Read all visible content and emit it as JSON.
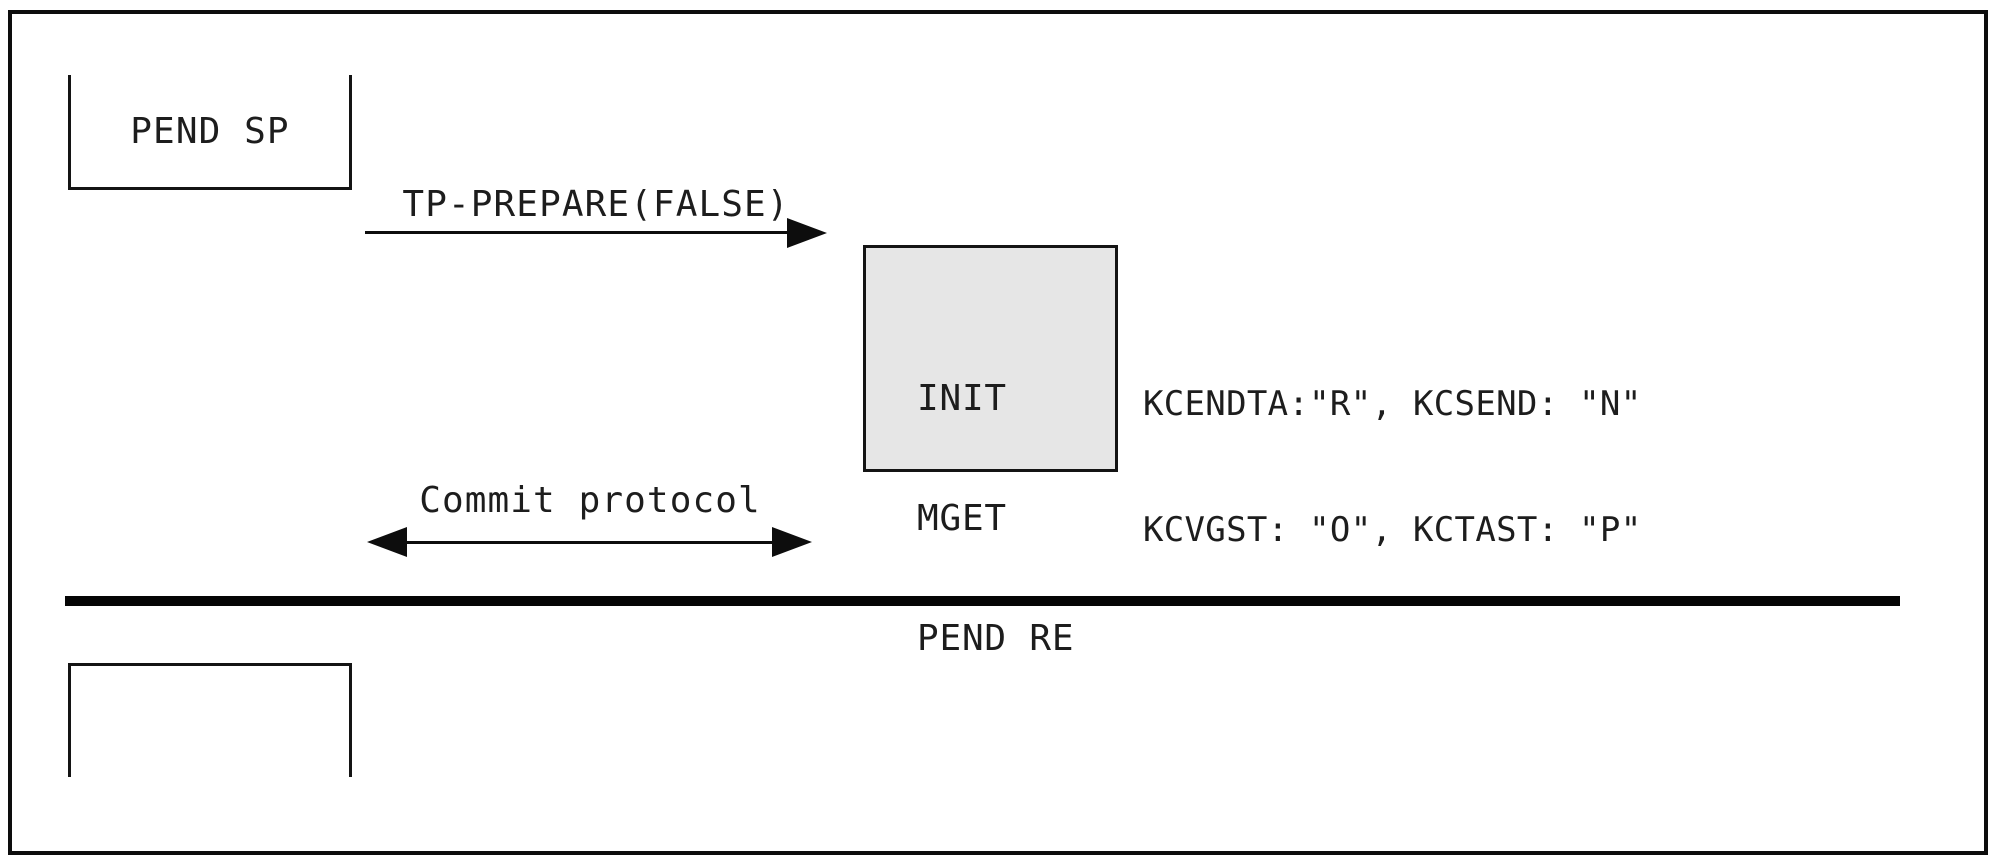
{
  "diagram": {
    "top_box": {
      "label": "PEND SP"
    },
    "prepare_arrow": {
      "label": "TP-PREPARE(FALSE)",
      "direction": "right"
    },
    "process_box": {
      "lines": [
        "INIT",
        "MGET",
        "PEND RE"
      ],
      "fill": "#e6e6e6"
    },
    "status": {
      "lines": [
        "KCENDTA:\"R\", KCSEND: \"N\"",
        "KCVGST: \"O\", KCTAST: \"P\""
      ]
    },
    "commit_arrow": {
      "label": "Commit protocol",
      "direction": "both"
    },
    "colors": {
      "line": "#0d0d0d",
      "text": "#1d1d1d",
      "background": "#ffffff"
    }
  }
}
